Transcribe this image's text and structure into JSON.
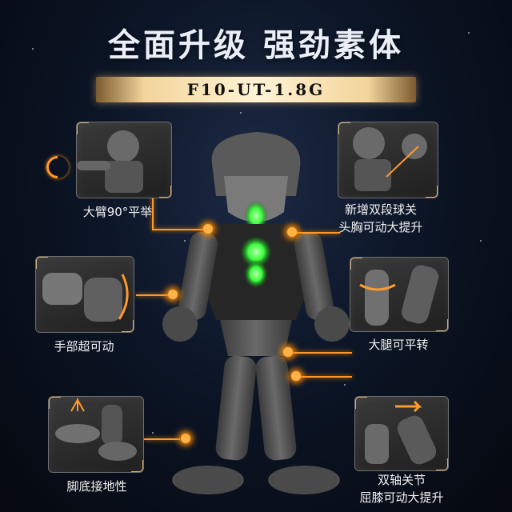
{
  "header": {
    "title": "全面升级 强劲素体",
    "model": "F10-UT-1.8G"
  },
  "features": {
    "arm": "大臂90°平举",
    "head_line1": "新增双段球关",
    "head_line2": "头胸可动大提升",
    "hand": "手部超可动",
    "thigh": "大腿可平转",
    "foot": "脚底接地性",
    "knee_line1": "双轴关节",
    "knee_line2": "屈膝可动大提升"
  },
  "colors": {
    "accent": "#ff9a2a",
    "core_glow": "#39ff3a",
    "gold": "#f3d49a"
  }
}
